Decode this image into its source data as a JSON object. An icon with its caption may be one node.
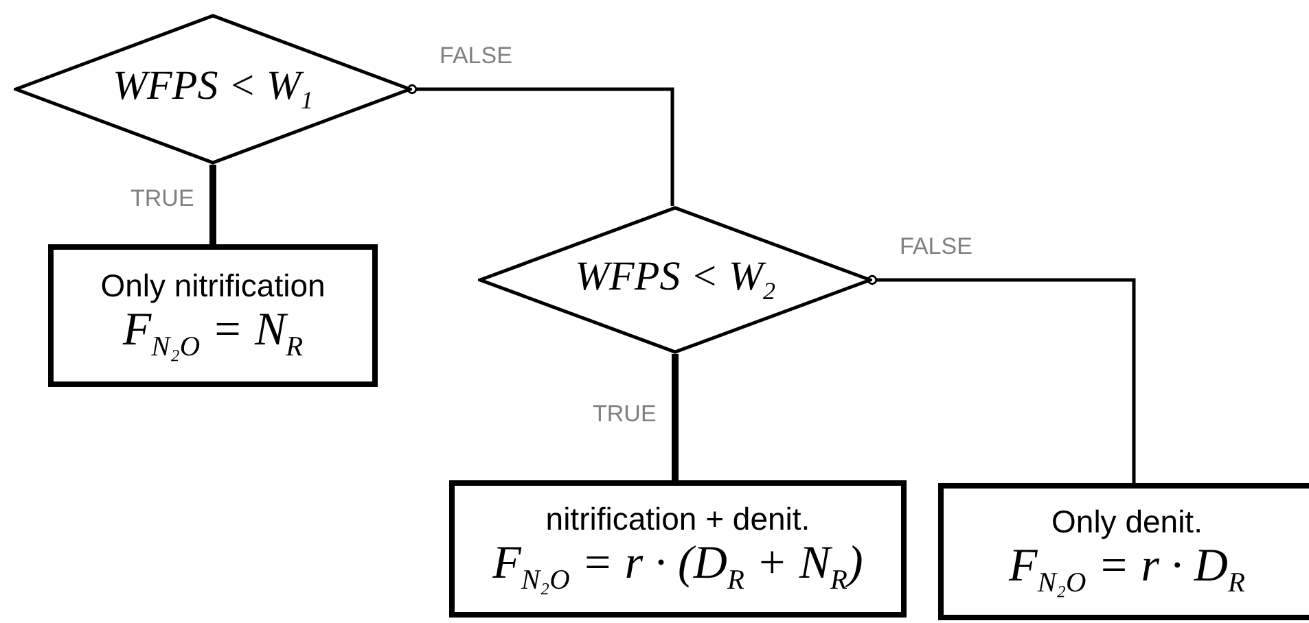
{
  "diagram": {
    "nodes": [
      {
        "text": [
          "WFPS < W$_{1}$"
        ]
      },
      {
        "text": [
          "Only nitrification",
          "F$_{N₂O}$ = N$_{R}$"
        ]
      },
      {
        "text": [
          "WFPS < W$_{2}$"
        ]
      },
      {
        "text": [
          "nitrification + denit.",
          "F$_{N₂O}$ = r · (D$_{R}$ + N$_{R}$)"
        ]
      },
      {
        "text": [
          "Only denit.",
          "F$_{N₂O}$ = r · D$_{R}$"
        ]
      }
    ],
    "edges": [
      {
        "from": 0,
        "to": 1,
        "arrow": "none",
        "label": "TRUE",
        "style": "thick"
      },
      {
        "from": 0,
        "to": 2,
        "arrow": "other",
        "label": "FALSE"
      },
      {
        "from": 2,
        "to": 3,
        "arrow": "none",
        "label": "TRUE",
        "style": "thick"
      },
      {
        "from": 2,
        "to": 4,
        "arrow": "other",
        "label": "FALSE"
      }
    ]
  }
}
